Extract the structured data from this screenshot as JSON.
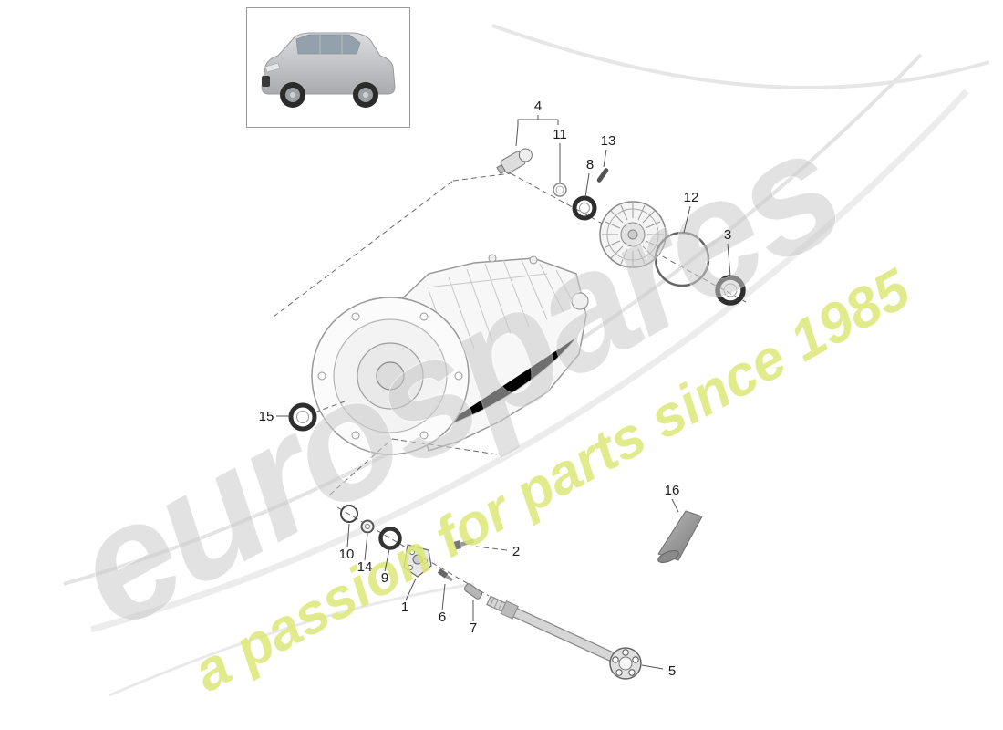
{
  "diagram": {
    "brand": "eurospares",
    "tagline": "a passion for parts since 1985",
    "brand_color": "#cbcbcb",
    "tagline_color": "#dce878",
    "callouts": [
      "1",
      "2",
      "3",
      "4",
      "5",
      "6",
      "7",
      "8",
      "9",
      "10",
      "11",
      "12",
      "13",
      "14",
      "15",
      "16"
    ]
  }
}
